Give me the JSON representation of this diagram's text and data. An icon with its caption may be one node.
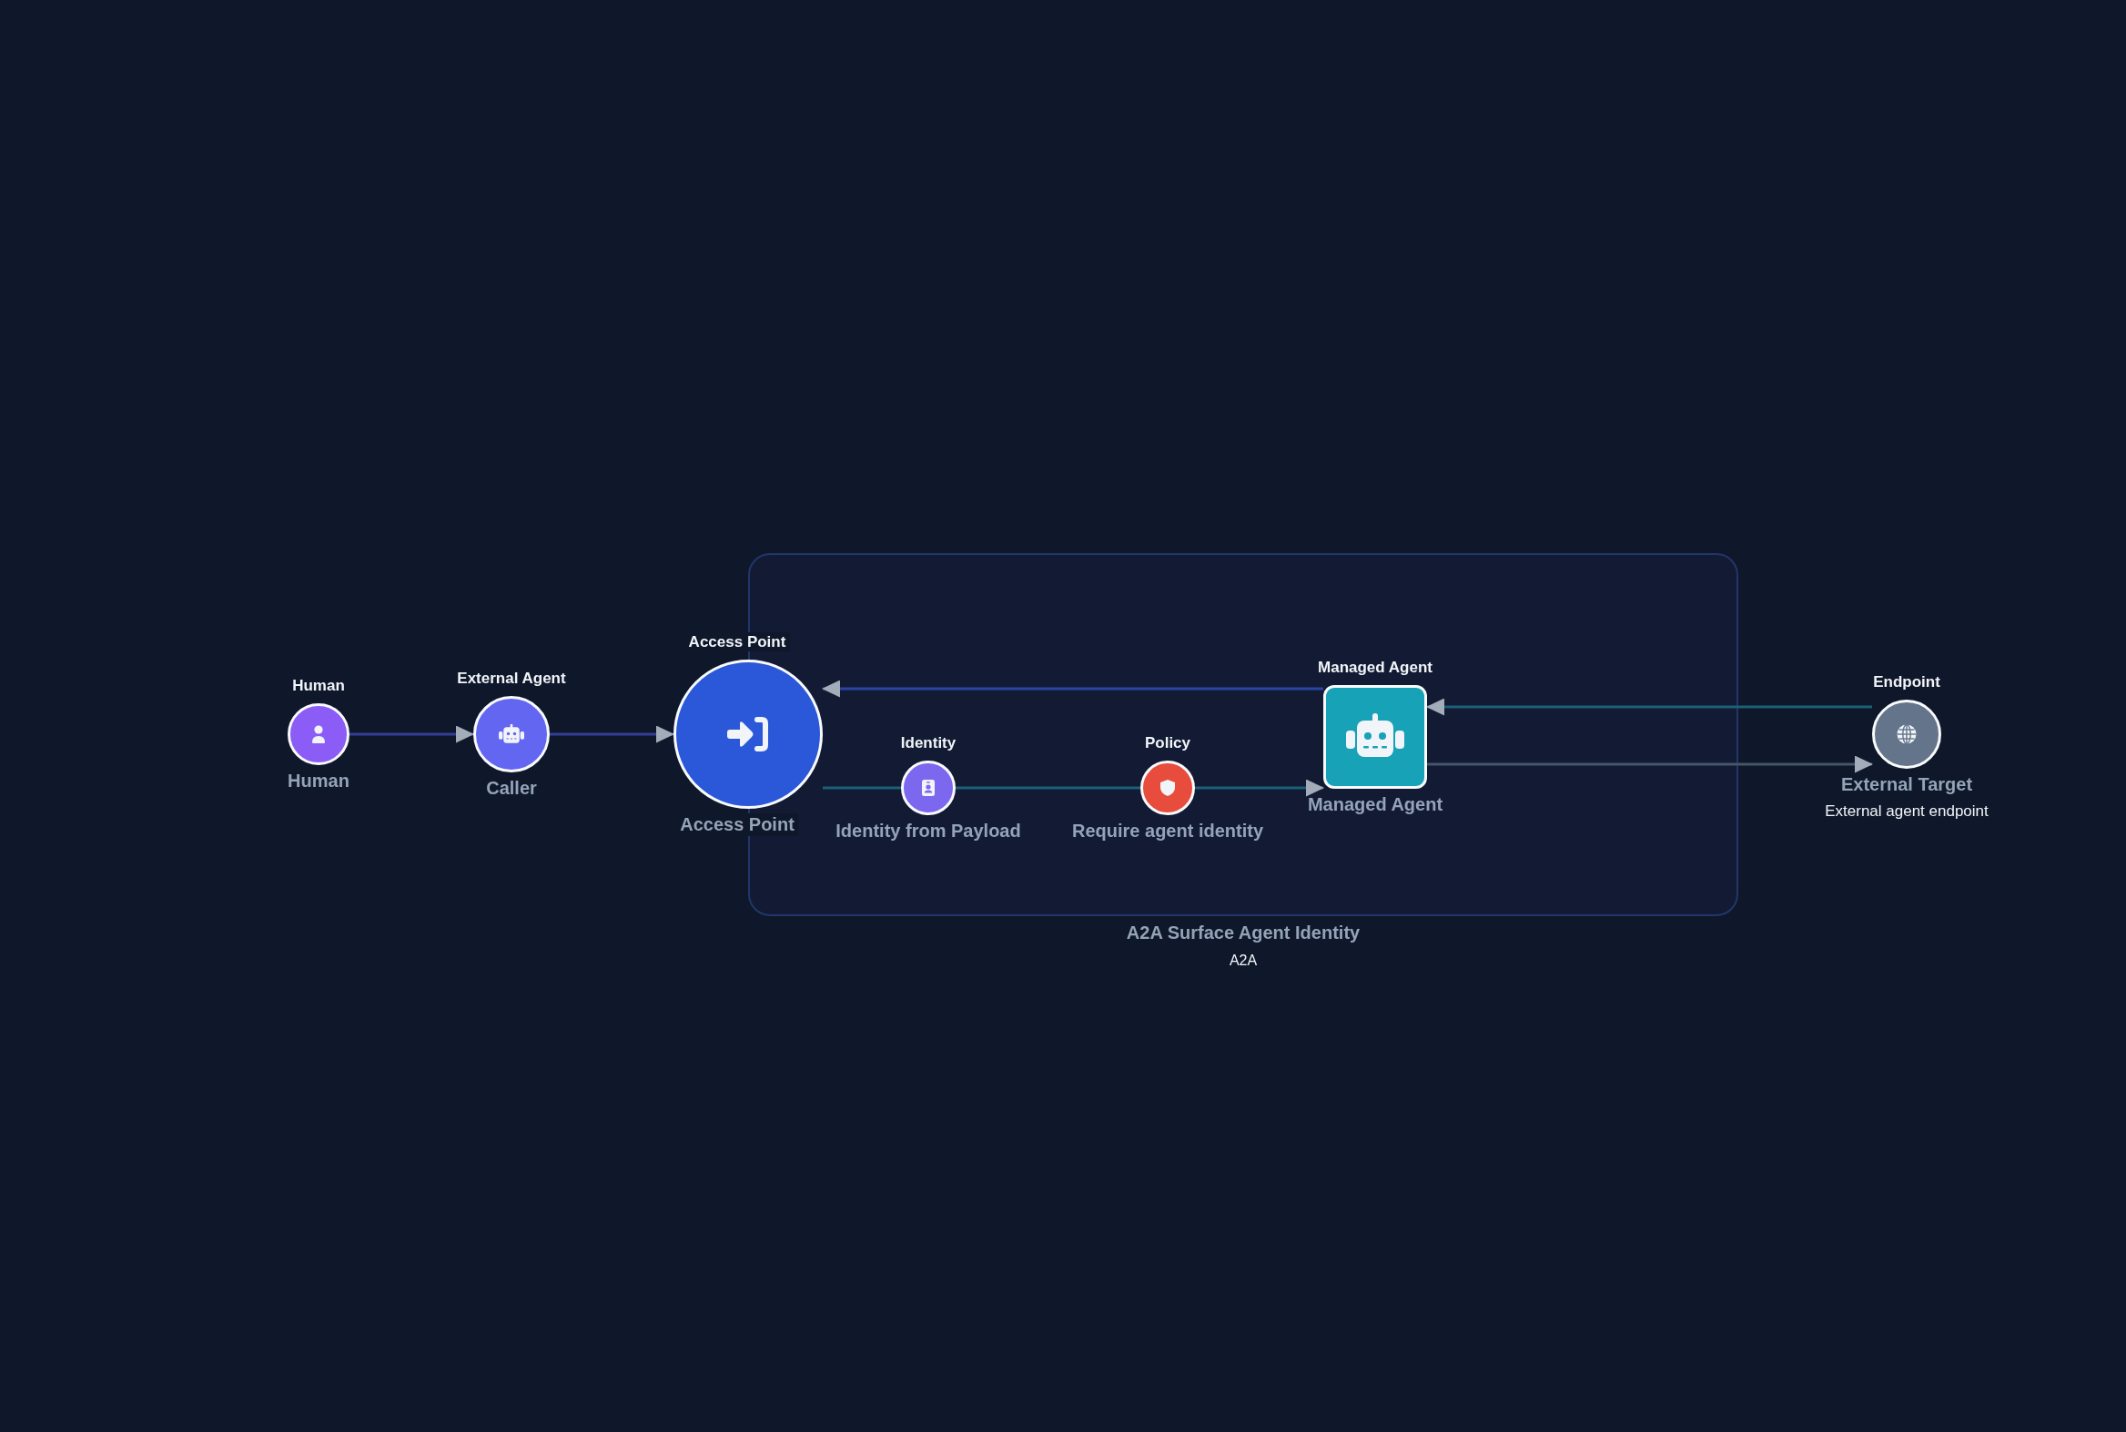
{
  "diagram": {
    "nodes": [
      {
        "text": [
          "Human",
          "Human"
        ]
      },
      {
        "text": [
          "External Agent",
          "Caller"
        ]
      },
      {
        "text": [
          "Access Point",
          "Access Point"
        ]
      },
      {
        "text": [
          "A2A Surface Agent Identity",
          "A2A"
        ]
      },
      {
        "text": [
          "Identity",
          "Identity from Payload"
        ],
        "in": 3
      },
      {
        "text": [
          "Policy",
          "Require agent identity"
        ],
        "in": 3
      },
      {
        "text": [
          "Managed Agent",
          "Managed Agent"
        ],
        "in": 3
      },
      {
        "text": [
          "Endpoint",
          "External Target",
          "External agent endpoint"
        ]
      }
    ],
    "edges": [
      {
        "from": 0,
        "to": 1,
        "arrow": "to",
        "color": "#343e96"
      },
      {
        "from": 1,
        "to": 2,
        "arrow": "to",
        "color": "#343e96"
      },
      {
        "from": 2,
        "to": 4,
        "arrow": "none"
      },
      {
        "from": 4,
        "to": 5,
        "arrow": "none"
      },
      {
        "from": 5,
        "to": 6,
        "arrow": "to"
      },
      {
        "from": 6,
        "to": 2,
        "arrow": "to",
        "color": "#2a45a3"
      },
      {
        "from": 7,
        "to": 6,
        "arrow": "to"
      },
      {
        "from": 6,
        "to": 7,
        "arrow": "to",
        "color": "#475569"
      }
    ]
  }
}
